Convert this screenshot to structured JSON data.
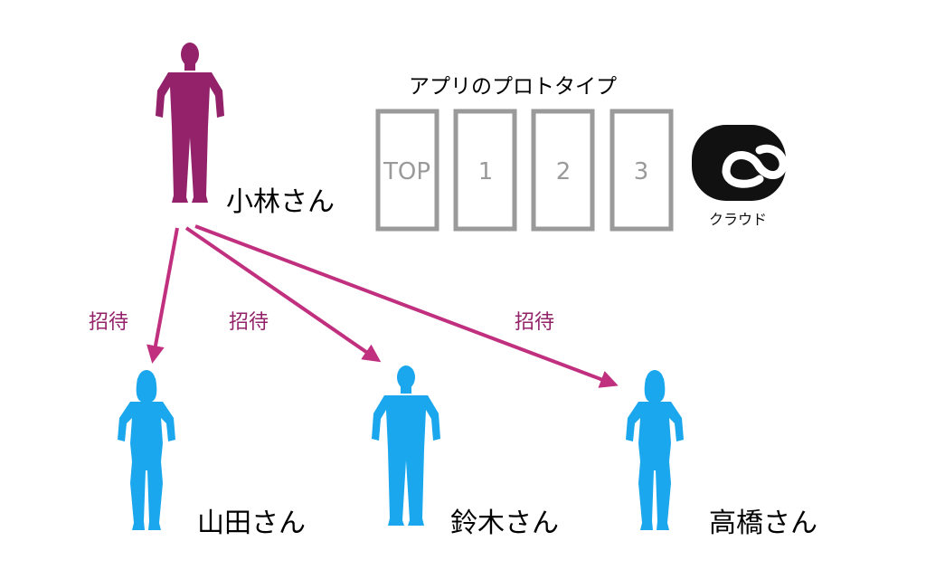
{
  "title": "アプリのプロトタイプ",
  "screens": [
    "TOP",
    "1",
    "2",
    "3"
  ],
  "cloud": {
    "label": "クラウド",
    "icon": "creative-cloud-icon"
  },
  "owner": {
    "name": "小林さん",
    "color": "#93226a"
  },
  "invite_label": "招待",
  "invitees": [
    {
      "name": "山田さん"
    },
    {
      "name": "鈴木さん"
    },
    {
      "name": "高橋さん"
    }
  ],
  "colors": {
    "owner": "#93226a",
    "arrow": "#c0307f",
    "invitee": "#1aa7ee",
    "screen_border": "#9a9a9a",
    "cloud": "#111111"
  }
}
